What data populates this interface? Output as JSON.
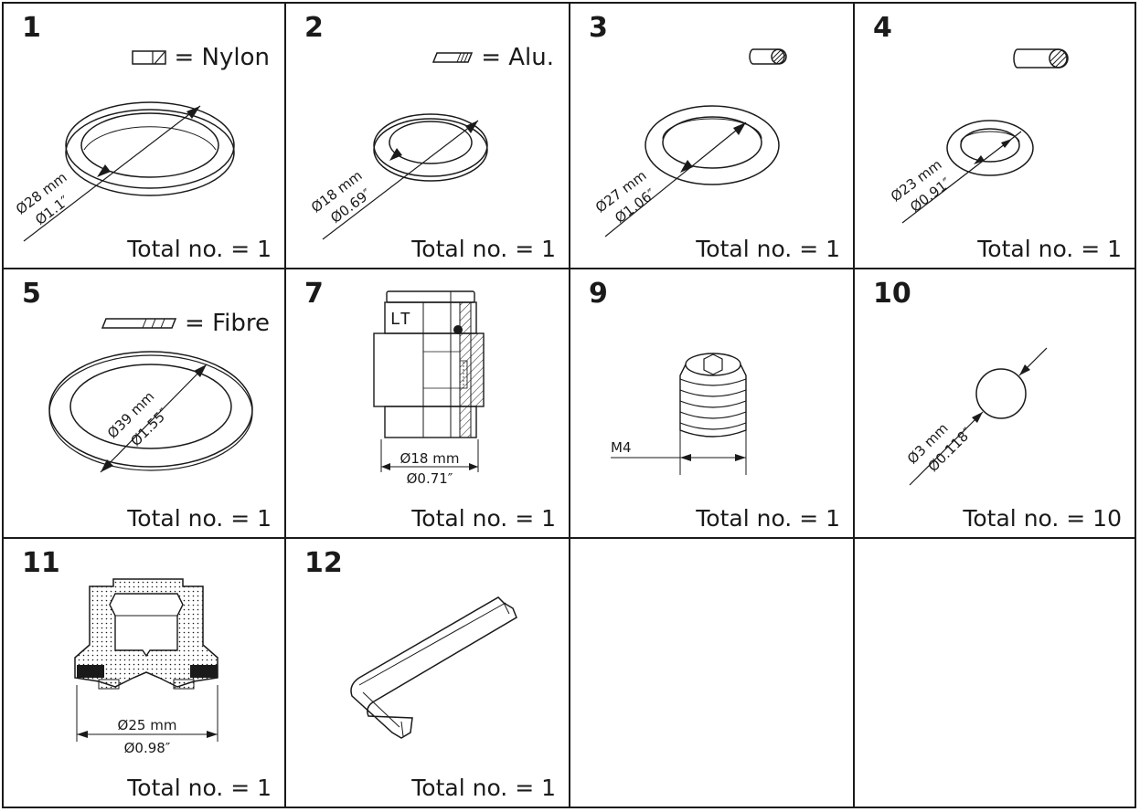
{
  "cells": [
    {
      "number": "1",
      "legend": "= Nylon",
      "dim_mm": "Ø28 mm",
      "dim_in": "Ø1.1″",
      "total": "Total no. = 1"
    },
    {
      "number": "2",
      "legend": "= Alu.",
      "dim_mm": "Ø18 mm",
      "dim_in": "Ø0.69″",
      "total": "Total no. = 1"
    },
    {
      "number": "3",
      "dim_mm": "Ø27 mm",
      "dim_in": "Ø1.06″",
      "total": "Total no. = 1"
    },
    {
      "number": "4",
      "dim_mm": "Ø23 mm",
      "dim_in": "Ø0.91″",
      "total": "Total no. = 1"
    },
    {
      "number": "5",
      "legend": "= Fibre",
      "dim_mm": "Ø39 mm",
      "dim_in": "Ø1.55″",
      "total": "Total no. = 1"
    },
    {
      "number": "7",
      "marking": "LT",
      "dim_mm": "Ø18 mm",
      "dim_in": "Ø0.71″",
      "total": "Total no. = 1"
    },
    {
      "number": "9",
      "thread": "M4",
      "total": "Total no. = 1"
    },
    {
      "number": "10",
      "dim_mm": "Ø3 mm",
      "dim_in": "Ø0.118″",
      "total": "Total no. = 10"
    },
    {
      "number": "11",
      "dim_mm": "Ø25 mm",
      "dim_in": "Ø0.98″",
      "total": "Total no. = 1"
    },
    {
      "number": "12",
      "total": "Total no. = 1"
    }
  ]
}
